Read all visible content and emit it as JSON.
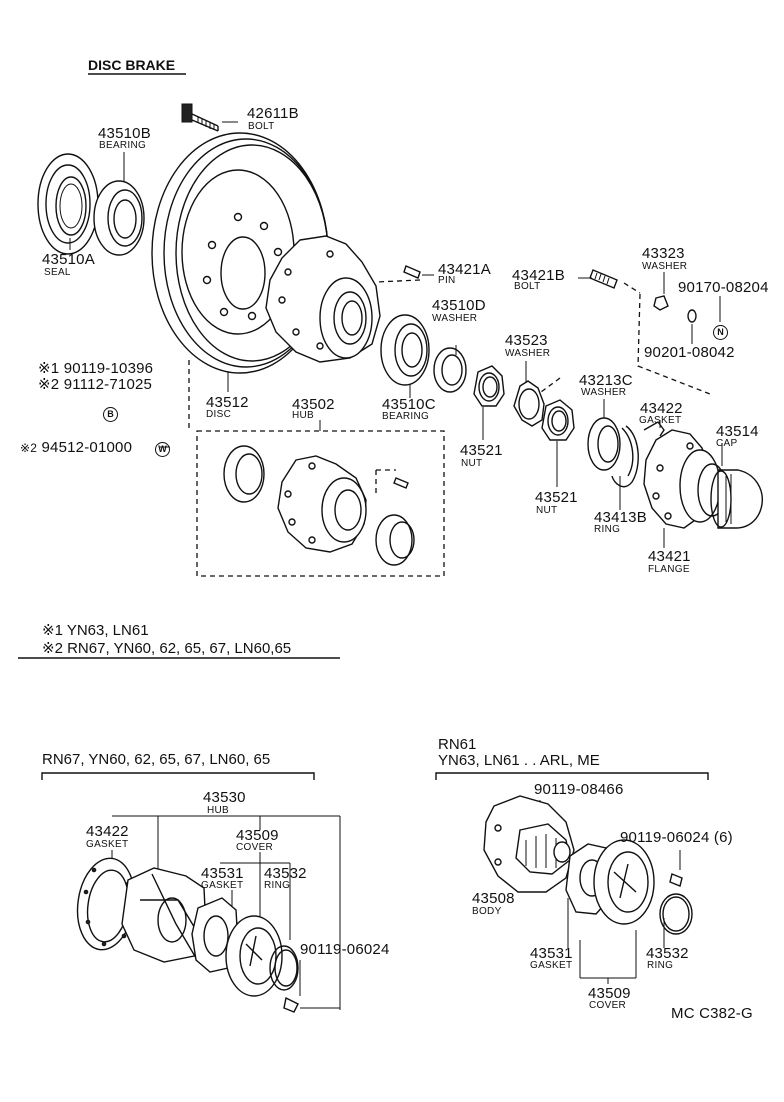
{
  "title": "DISC BRAKE",
  "upper_parts": {
    "bolt": {
      "num": "42611B",
      "name": "BOLT"
    },
    "bearing_b": {
      "num": "43510B",
      "name": "BEARING"
    },
    "seal": {
      "num": "43510A",
      "name": "SEAL"
    },
    "pin": {
      "num": "43421A",
      "name": "PIN"
    },
    "washer_d": {
      "num": "43510D",
      "name": "WASHER"
    },
    "bolt_b": {
      "num": "43421B",
      "name": "BOLT"
    },
    "washer_323": {
      "num": "43323",
      "name": "WASHER"
    },
    "part_90170": {
      "num": "90170-08204",
      "mark": "N"
    },
    "part_90201": {
      "num": "90201-08042"
    },
    "note1_part": {
      "prefix": "※1",
      "num": "90119-10396"
    },
    "note2_part": {
      "prefix": "※2",
      "num": "91112-71025"
    },
    "mark_b": "B",
    "disc": {
      "num": "43512",
      "name": "DISC"
    },
    "hub": {
      "num": "43502",
      "name": "HUB"
    },
    "bearing_c": {
      "num": "43510C",
      "name": "BEARING"
    },
    "washer_523": {
      "num": "43523",
      "name": "WASHER"
    },
    "washer_213c": {
      "num": "43213C",
      "name": "WASHER"
    },
    "gasket_422": {
      "num": "43422",
      "name": "GASKET"
    },
    "cap": {
      "num": "43514",
      "name": "CAP"
    },
    "part_94512": {
      "prefix": "※2",
      "num": "94512-01000",
      "mark": "W"
    },
    "nut_1": {
      "num": "43521",
      "name": "NUT"
    },
    "nut_2": {
      "num": "43521",
      "name": "NUT"
    },
    "ring_413b": {
      "num": "43413B",
      "name": "RING"
    },
    "flange": {
      "num": "43421",
      "name": "FLANGE"
    }
  },
  "notes": [
    {
      "mark": "※1",
      "text": "YN63, LN61"
    },
    {
      "mark": "※2",
      "text": "RN67, YN60, 62, 65, 67, LN60,65"
    }
  ],
  "lower_left": {
    "header": "RN67, YN60, 62, 65, 67, LN60, 65",
    "hub": {
      "num": "43530",
      "name": "HUB"
    },
    "gasket_422": {
      "num": "43422",
      "name": "GASKET"
    },
    "cover": {
      "num": "43509",
      "name": "COVER"
    },
    "gasket_531": {
      "num": "43531",
      "name": "GASKET"
    },
    "ring": {
      "num": "43532",
      "name": "RING"
    },
    "bolt": {
      "num": "90119-06024"
    }
  },
  "lower_right": {
    "header_1": "RN61",
    "header_2": "YN63, LN61 . . ARL, ME",
    "part_466": {
      "num": "90119-08466"
    },
    "part_024": {
      "num": "90119-06024 (6)"
    },
    "body": {
      "num": "43508",
      "name": "BODY"
    },
    "gasket": {
      "num": "43531",
      "name": "GASKET"
    },
    "ring": {
      "num": "43532",
      "name": "RING"
    },
    "cover": {
      "num": "43509",
      "name": "COVER"
    }
  },
  "figure_code": "MC C382-G"
}
